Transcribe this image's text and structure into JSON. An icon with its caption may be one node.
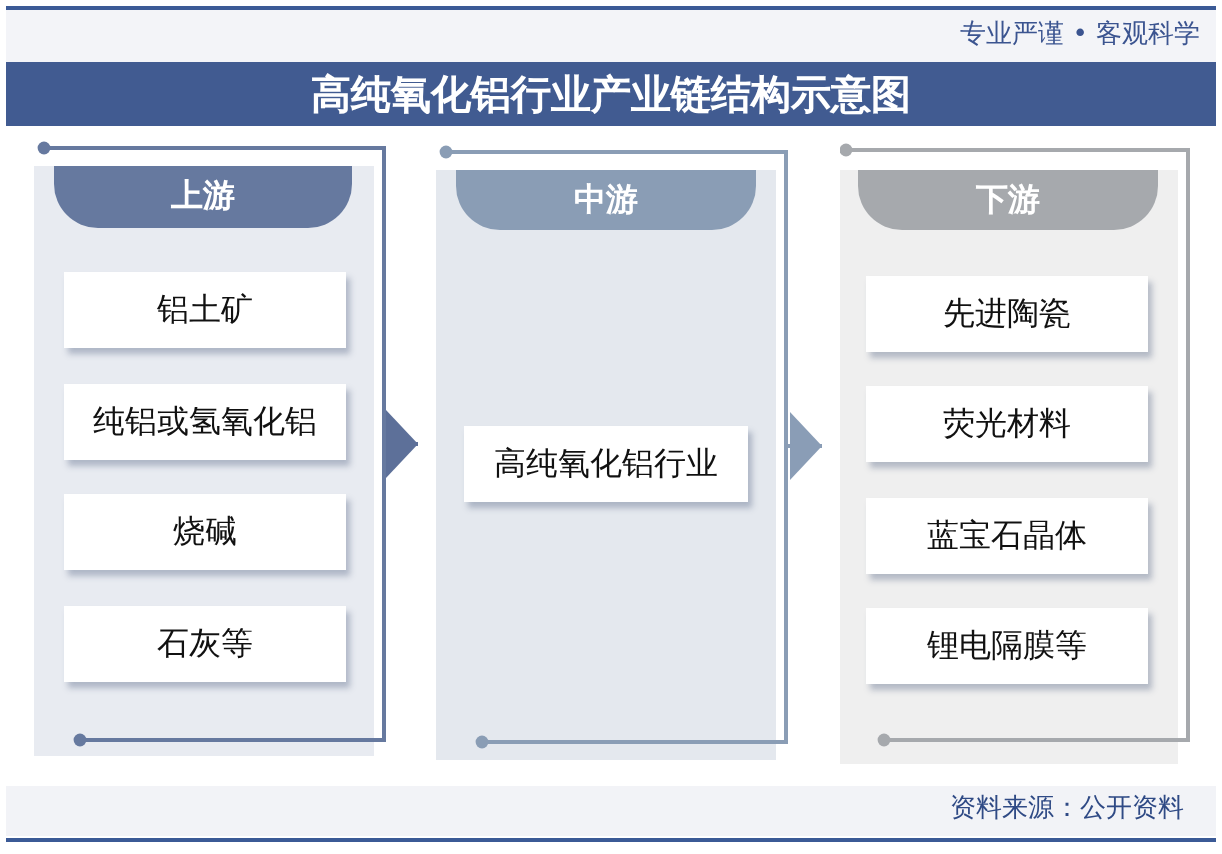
{
  "diagram": {
    "title": "高纯氧化铝行业产业链结构示意图",
    "nodes": [
      {
        "text": [
          "上游"
        ]
      },
      {
        "text": [
          "铝土矿"
        ],
        "in": 0
      },
      {
        "text": [
          "纯铝或氢氧化铝"
        ],
        "in": 0
      },
      {
        "text": [
          "烧碱"
        ],
        "in": 0
      },
      {
        "text": [
          "石灰等"
        ],
        "in": 0
      },
      {
        "text": [
          "中游"
        ]
      },
      {
        "text": [
          "高纯氧化铝行业"
        ],
        "in": 5
      },
      {
        "text": [
          "下游"
        ]
      },
      {
        "text": [
          "先进陶瓷"
        ],
        "in": 7
      },
      {
        "text": [
          "荧光材料"
        ],
        "in": 7
      },
      {
        "text": [
          "蓝宝石晶体"
        ],
        "in": 7
      },
      {
        "text": [
          "锂电隔膜等"
        ],
        "in": 7
      }
    ],
    "edges": [
      {
        "from": 0,
        "to": 5,
        "arrow": "to",
        "color": "#5d7099"
      },
      {
        "from": 5,
        "to": 7,
        "arrow": "to",
        "color": "#8a9db6"
      }
    ],
    "labels": [
      "专业严谨 • 客观科学",
      "资料来源：公开资料"
    ]
  }
}
